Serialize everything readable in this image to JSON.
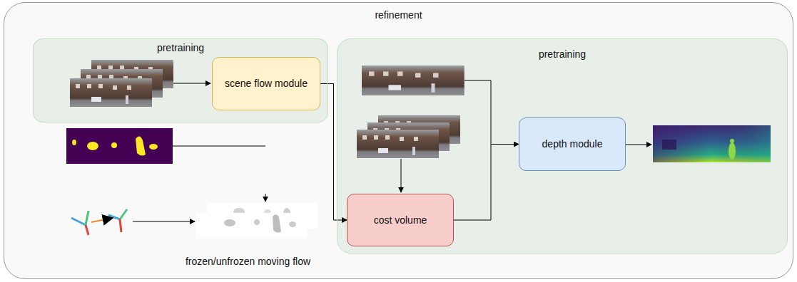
{
  "diagram": {
    "nodes": [
      {
        "text": [
          "refinement"
        ]
      },
      {
        "text": [
          "pretraining"
        ],
        "in": 0
      },
      {
        "text": [
          "scene flow module"
        ],
        "in": 1
      },
      {
        "text": [
          "pretraining"
        ],
        "in": 0
      },
      {
        "text": [
          "cost volume"
        ],
        "in": 3
      },
      {
        "text": [
          "depth module"
        ],
        "in": 3
      }
    ],
    "edges": [
      {
        "from": 2,
        "to": 4,
        "arrow": "to"
      },
      {
        "from": 4,
        "to": 5,
        "arrow": "to"
      }
    ],
    "labels": [
      "frozen/unfrozen moving flow"
    ]
  }
}
